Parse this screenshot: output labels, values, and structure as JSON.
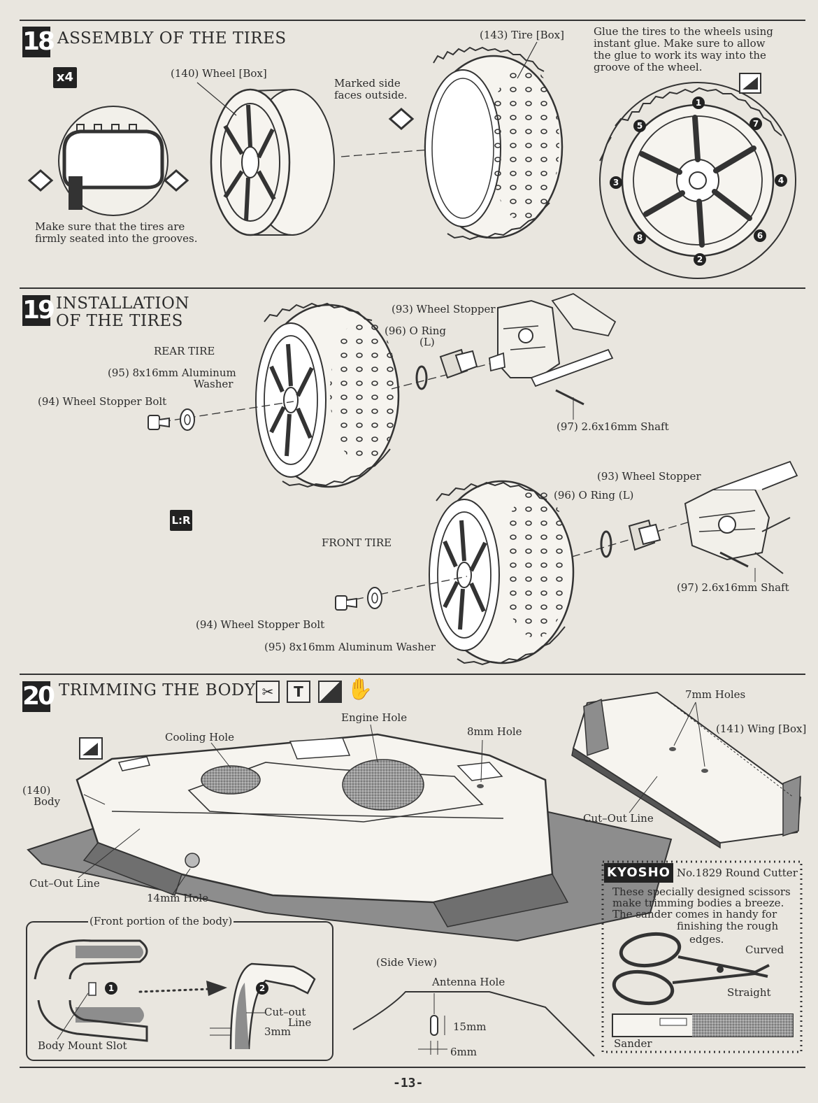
{
  "page_number": "-13-",
  "step18": {
    "number": "18",
    "title": "ASSEMBLY OF THE TIRES",
    "badge": "x4",
    "wheel_label": "(140)  Wheel  [Box]",
    "tire_label": "(143)  Tire  [Box]",
    "marked_side_line1": "Marked side",
    "marked_side_line2": "faces outside.",
    "glue_note": [
      "Glue the tires to the wheels using",
      "instant glue. Make sure to allow",
      "the glue to work its way into the",
      "groove of the wheel."
    ],
    "seat_note": [
      "Make sure that the tires are",
      "firmly seated into the grooves."
    ],
    "glue_order": [
      "1",
      "2",
      "3",
      "4",
      "5",
      "6",
      "7",
      "8"
    ]
  },
  "step19": {
    "number": "19",
    "title_line1": "INSTALLATION",
    "title_line2": "OF THE TIRES",
    "lr_badge": "L:R",
    "rear_tire": "REAR TIRE",
    "front_tire": "FRONT TIRE",
    "rear": {
      "washer_line1": "(95)  8x16mm  Aluminum",
      "washer_line2": "Washer",
      "bolt": "(94)  Wheel Stopper Bolt",
      "wheel_stopper": "(93)  Wheel Stopper",
      "o_ring_line1": "(96)  O Ring",
      "o_ring_line2": "(L)",
      "shaft": "(97)  2.6x16mm Shaft"
    },
    "front": {
      "wheel_stopper": "(93)  Wheel Stopper",
      "o_ring": "(96)  O Ring  (L)",
      "shaft": "(97)  2.6x16mm Shaft",
      "bolt": "(94)  Wheel Stopper Bolt",
      "washer": "(95)  8x16mm Aluminum Washer"
    }
  },
  "step20": {
    "number": "20",
    "title": "TRIMMING THE BODY",
    "engine_hole": "Engine Hole",
    "cooling_hole": "Cooling Hole",
    "eight_mm_hole": "8mm Hole",
    "body_line1": "(140)",
    "body_line2": "Body",
    "cutout_line": "Cut–Out Line",
    "fourteen_mm_hole": "14mm Hole",
    "seven_mm_holes": "7mm Holes",
    "wing": "(141)  Wing [Box]",
    "wing_cutout": "Cut–Out Line",
    "front_portion": "(Front portion of the body)",
    "body_mount_slot": "Body Mount Slot",
    "cut_out_line_a": "Cut–out",
    "cut_out_line_b": "Line",
    "three_mm": "3mm",
    "step_marks": [
      "1",
      "2"
    ],
    "side_view": "(Side View)",
    "antenna_hole": "Antenna Hole",
    "fifteen_mm": "15mm",
    "six_mm": "6mm"
  },
  "cutter": {
    "brand": "KYOSHO",
    "product": "No.1829 Round Cutter",
    "note": [
      "These specially designed scissors",
      "make trimming bodies a breeze.",
      "The sander comes in handy for",
      "finishing the rough",
      "edges."
    ],
    "curved": "Curved",
    "straight": "Straight",
    "sander": "Sander"
  }
}
